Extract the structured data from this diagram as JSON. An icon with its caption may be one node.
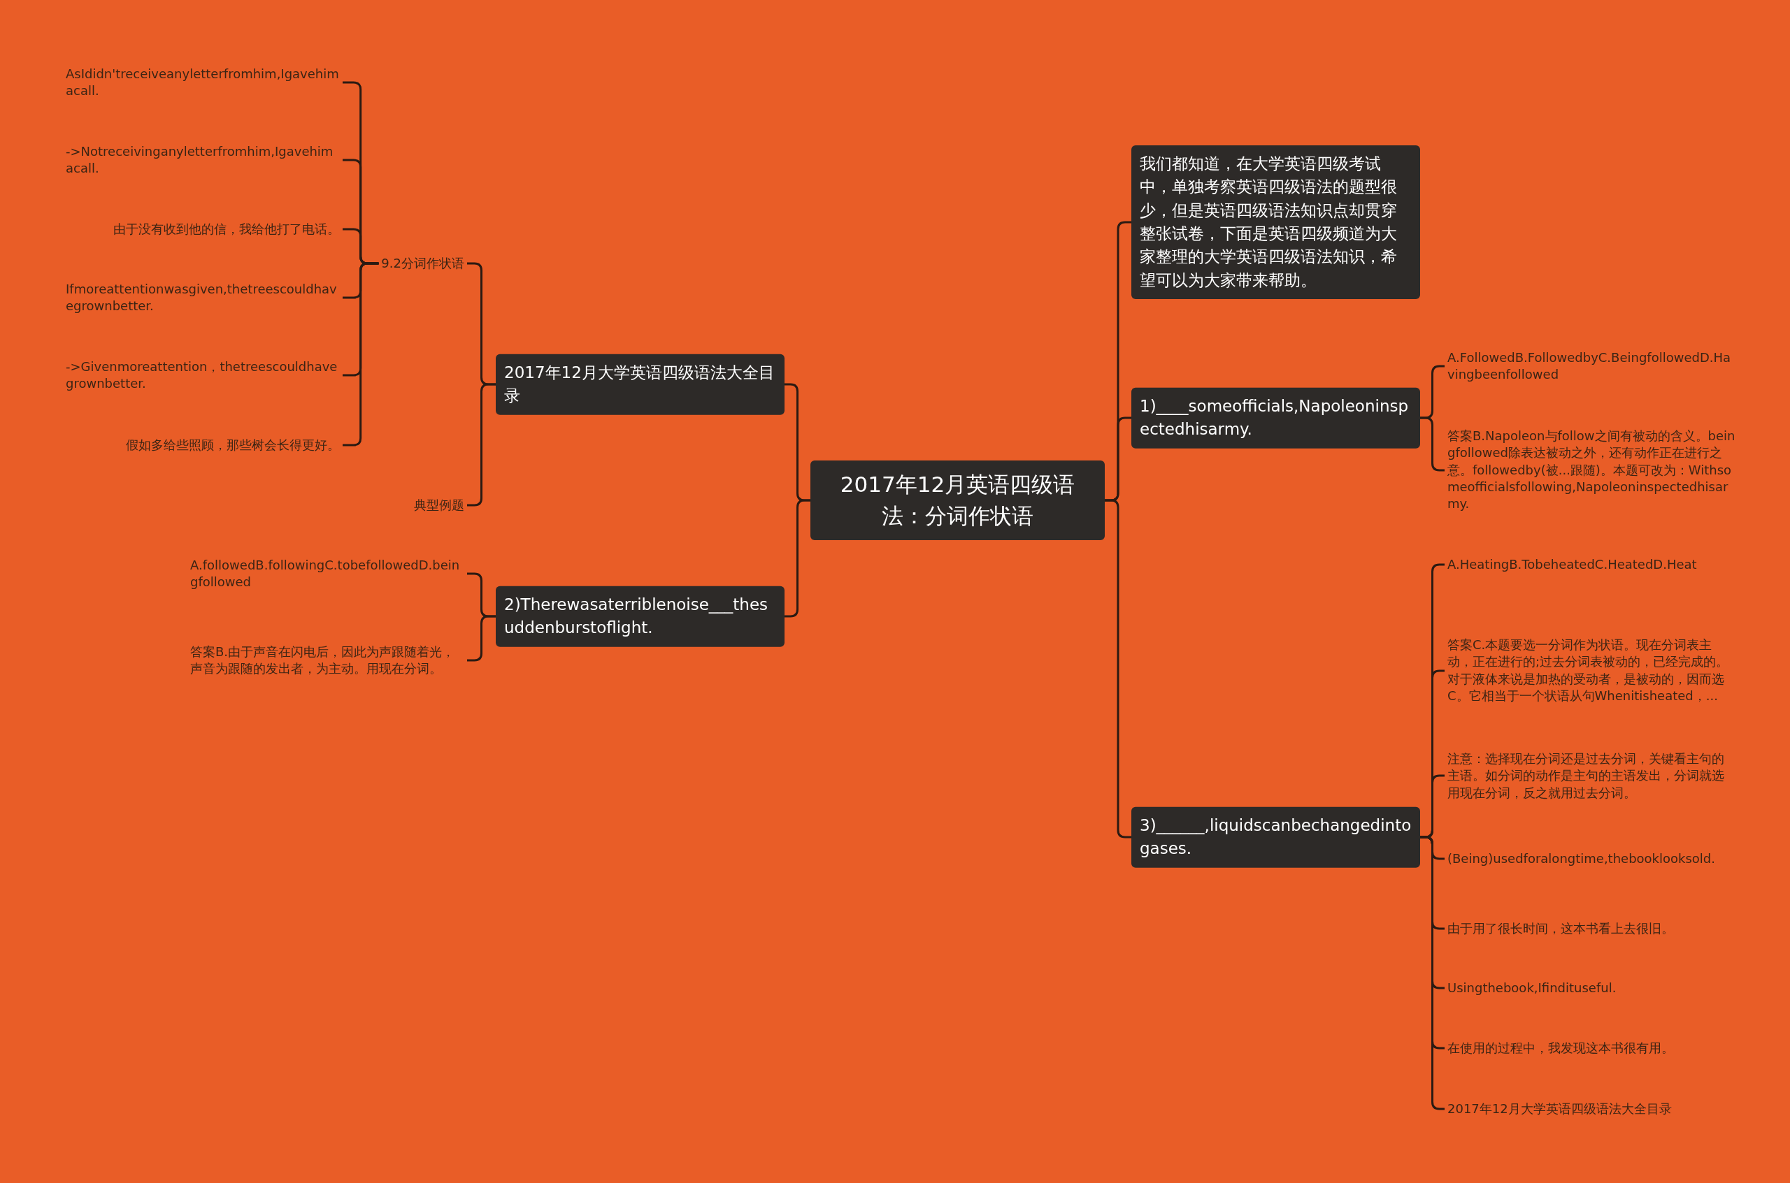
{
  "diagram": {
    "nodes": [
      {
        "text": [
          "2017年12月英语四级语法：分词作状语"
        ]
      },
      {
        "text": [
          "2017年12月大学英语四级语法大全目录"
        ]
      },
      {
        "text": [
          "9.2分词作状语"
        ]
      },
      {
        "text": [
          "AsIdidn'treceiveanyletterfromhim,Igavehimacall."
        ]
      },
      {
        "text": [
          "->Notreceivinganyletterfromhim,Igavehimacall."
        ]
      },
      {
        "text": [
          "由于没有收到他的信，我给他打了电话。"
        ]
      },
      {
        "text": [
          "Ifmoreattentionwasgiven,thetreescouldhavegrownbetter."
        ]
      },
      {
        "text": [
          "->Givenmoreattention，thetreescouldhavegrownbetter."
        ]
      },
      {
        "text": [
          "假如多给些照顾，那些树会长得更好。"
        ]
      },
      {
        "text": [
          "典型例题"
        ]
      },
      {
        "text": [
          "2)Therewasaterriblenoise___thesuddenburstoflight."
        ]
      },
      {
        "text": [
          "A.followedB.followingC.tobefollowedD.beingfollowed"
        ]
      },
      {
        "text": [
          "答案B.由于声音在闪电后，因此为声跟随着光，声音为跟随的发出者，为主动。用现在分词。"
        ]
      },
      {
        "text": [
          "我们都知道，在大学英语四级考试中，单独考察英语四级语法的题型很少，但是英语四级语法知识点却贯穿整张试卷，下面是英语四级频道为大家整理的大学英语四级语法知识，希望可以为大家带来帮助。"
        ]
      },
      {
        "text": [
          "1)____someofficials,Napoleoninspectedhisarmy."
        ]
      },
      {
        "text": [
          "A.FollowedB.FollowedbyC.BeingfollowedD.Havingbeenfollowed"
        ]
      },
      {
        "text": [
          "答案B.Napoleon与follow之间有被动的含义。beingfollowed除表达被动之外，还有动作正在进行之意。followedby(被...跟随)。本题可改为：Withsomeofficialsfollowing,Napoleoninspectedhisarmy."
        ]
      },
      {
        "text": [
          "3)______,liquidscanbechangedintogases."
        ]
      },
      {
        "text": [
          "A.HeatingB.TobeheatedC.HeatedD.Heat"
        ]
      },
      {
        "text": [
          "答案C.本题要选一分词作为状语。现在分词表主动，正在进行的;过去分词表被动的，已经完成的。对于液体来说是加热的受动者，是被动的，因而选C。它相当于一个状语从句Whenitisheated，..."
        ]
      },
      {
        "text": [
          "注意：选择现在分词还是过去分词，关键看主句的主语。如分词的动作是主句的主语发出，分词就选用现在分词，反之就用过去分词。"
        ]
      },
      {
        "text": [
          "(Being)usedforalongtime,thebooklooksold."
        ]
      },
      {
        "text": [
          "由于用了很长时间，这本书看上去很旧。"
        ]
      },
      {
        "text": [
          "Usingthebook,Ifindituseful."
        ]
      },
      {
        "text": [
          "在使用的过程中，我发现这本书很有用。"
        ]
      },
      {
        "text": [
          "2017年12月大学英语四级语法大全目录"
        ]
      }
    ],
    "edges": [
      {
        "from": 0,
        "to": 1,
        "arrow": "none"
      },
      {
        "from": 1,
        "to": 2,
        "arrow": "none"
      },
      {
        "from": 2,
        "to": 3,
        "arrow": "none"
      },
      {
        "from": 2,
        "to": 4,
        "arrow": "none"
      },
      {
        "from": 2,
        "to": 5,
        "arrow": "none"
      },
      {
        "from": 2,
        "to": 6,
        "arrow": "none"
      },
      {
        "from": 2,
        "to": 7,
        "arrow": "none"
      },
      {
        "from": 2,
        "to": 8,
        "arrow": "none"
      },
      {
        "from": 1,
        "to": 9,
        "arrow": "none"
      },
      {
        "from": 0,
        "to": 10,
        "arrow": "none"
      },
      {
        "from": 10,
        "to": 11,
        "arrow": "none"
      },
      {
        "from": 10,
        "to": 12,
        "arrow": "none"
      },
      {
        "from": 0,
        "to": 13,
        "arrow": "none"
      },
      {
        "from": 0,
        "to": 14,
        "arrow": "none"
      },
      {
        "from": 14,
        "to": 15,
        "arrow": "none"
      },
      {
        "from": 14,
        "to": 16,
        "arrow": "none"
      },
      {
        "from": 0,
        "to": 17,
        "arrow": "none"
      },
      {
        "from": 17,
        "to": 18,
        "arrow": "none"
      },
      {
        "from": 17,
        "to": 19,
        "arrow": "none"
      },
      {
        "from": 17,
        "to": 20,
        "arrow": "none"
      },
      {
        "from": 17,
        "to": 21,
        "arrow": "none"
      },
      {
        "from": 17,
        "to": 22,
        "arrow": "none"
      },
      {
        "from": 17,
        "to": 23,
        "arrow": "none"
      },
      {
        "from": 17,
        "to": 24,
        "arrow": "none"
      },
      {
        "from": 17,
        "to": 25,
        "arrow": "none"
      }
    ]
  }
}
